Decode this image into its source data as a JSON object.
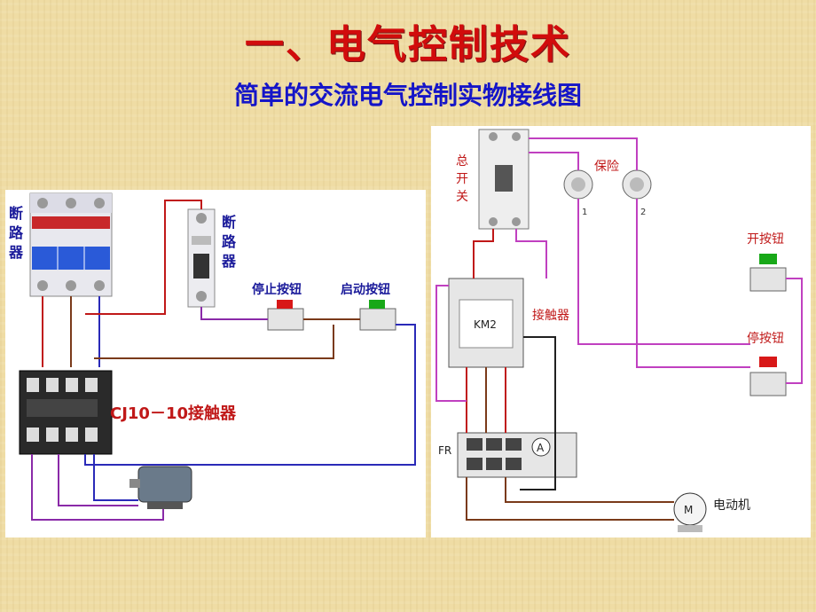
{
  "slide": {
    "title": "一、电气控制技术",
    "subtitle": "简单的交流电气控制实物接线图"
  },
  "left_diagram": {
    "breaker_main_label": [
      "断",
      "路",
      "器"
    ],
    "breaker_small_label": [
      "断",
      "路",
      "器"
    ],
    "stop_button_label": "停止按钮",
    "start_button_label": "启动按钮",
    "contactor_label": "CJ10－10接触器"
  },
  "right_diagram": {
    "main_switch_label": [
      "总",
      "开",
      "关"
    ],
    "fuse_label": "保险",
    "fuse_numbers": [
      "1",
      "2"
    ],
    "contactor_label": "接触器",
    "contactor_id": "KM2",
    "on_button_label": "开按钮",
    "off_button_label": "停按钮",
    "relay_label": "FR",
    "ammeter_symbol": "A",
    "motor_symbol": "M",
    "motor_label": "电动机"
  },
  "colors": {
    "title": "#d10c0c",
    "subtitle": "#1515c8",
    "wire_red": "#c01818",
    "wire_brown": "#7a3a1a",
    "wire_blue": "#2a2ab8",
    "wire_purple": "#8a2aa8",
    "wire_magenta": "#c040c0",
    "wire_dark": "#202020"
  }
}
